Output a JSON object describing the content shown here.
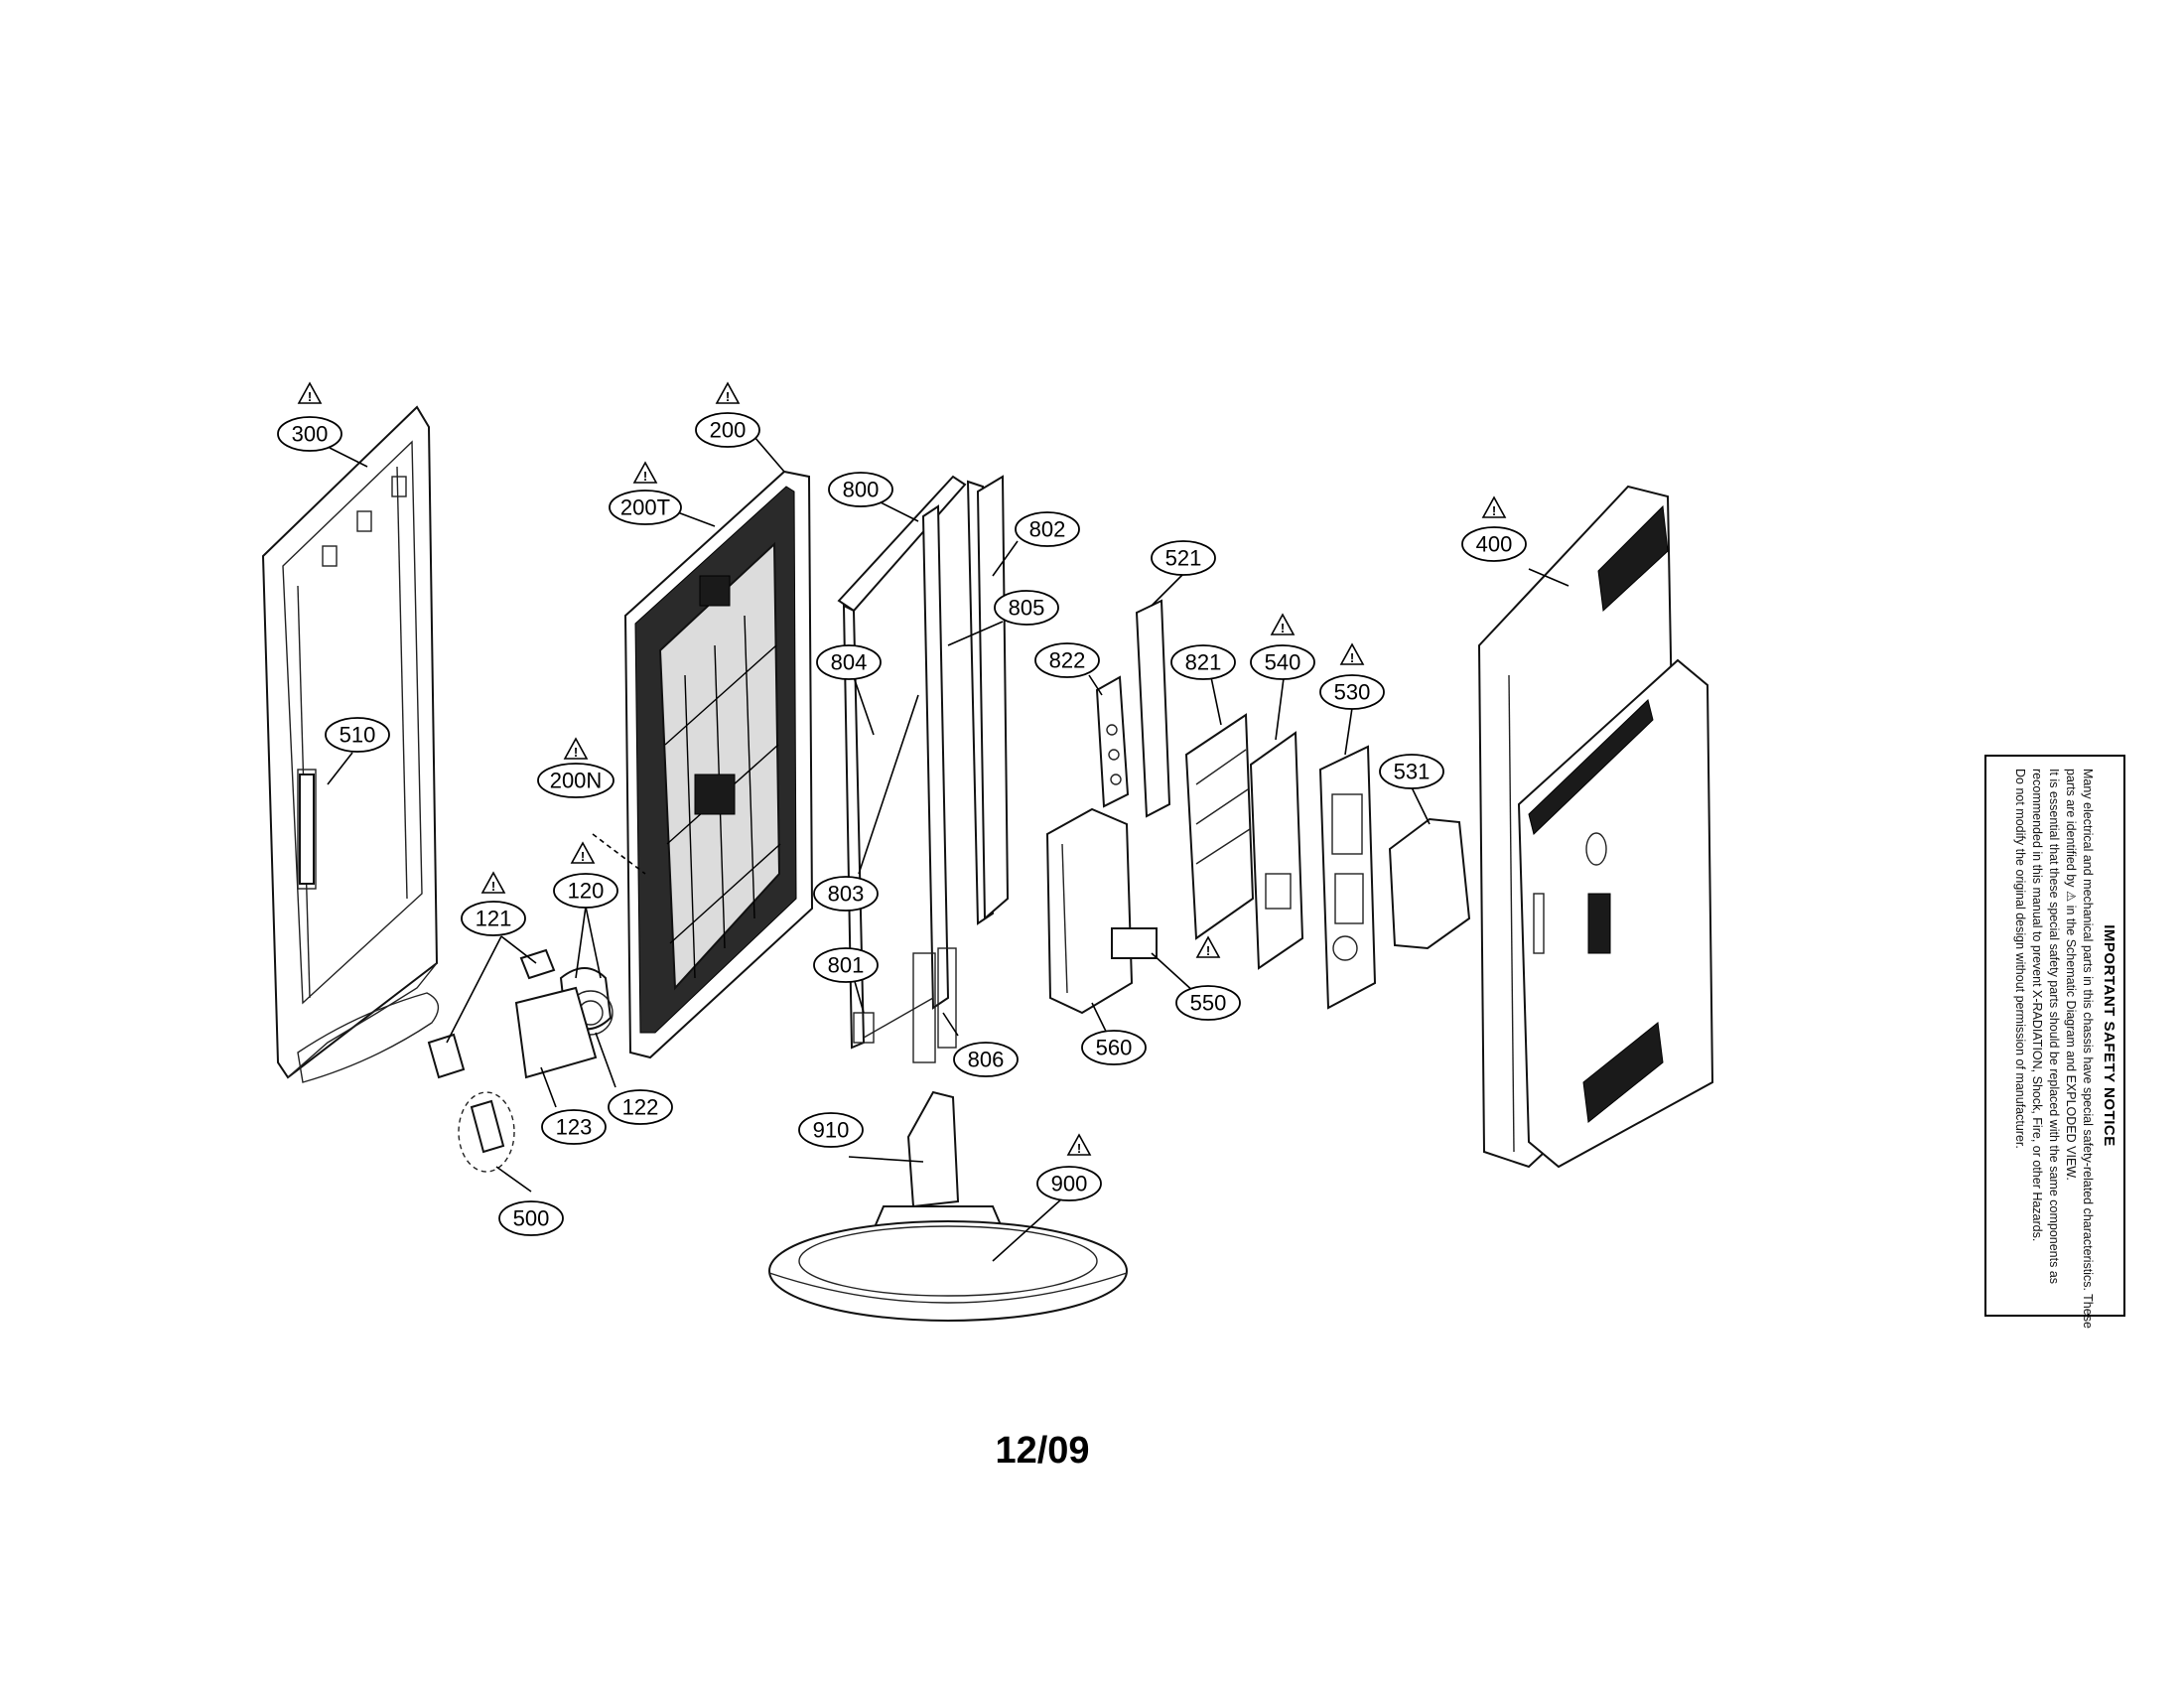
{
  "parts": [
    {
      "id": "300",
      "warning": true
    },
    {
      "id": "200",
      "warning": true
    },
    {
      "id": "200T",
      "warning": true
    },
    {
      "id": "800",
      "warning": false
    },
    {
      "id": "802",
      "warning": false
    },
    {
      "id": "805",
      "warning": false
    },
    {
      "id": "804",
      "warning": false
    },
    {
      "id": "803",
      "warning": false
    },
    {
      "id": "801",
      "warning": false
    },
    {
      "id": "806",
      "warning": false
    },
    {
      "id": "510",
      "warning": false
    },
    {
      "id": "200N",
      "warning": true
    },
    {
      "id": "120",
      "warning": true
    },
    {
      "id": "121",
      "warning": true
    },
    {
      "id": "122",
      "warning": false
    },
    {
      "id": "123",
      "warning": false
    },
    {
      "id": "500",
      "warning": false
    },
    {
      "id": "910",
      "warning": false
    },
    {
      "id": "900",
      "warning": true
    },
    {
      "id": "822",
      "warning": false
    },
    {
      "id": "521",
      "warning": false
    },
    {
      "id": "821",
      "warning": false
    },
    {
      "id": "560",
      "warning": false
    },
    {
      "id": "550",
      "warning": true
    },
    {
      "id": "540",
      "warning": true
    },
    {
      "id": "530",
      "warning": true
    },
    {
      "id": "531",
      "warning": false
    },
    {
      "id": "400",
      "warning": true
    }
  ],
  "page_date": "12/09",
  "notice": {
    "title": "IMPORTANT SAFETY NOTICE",
    "lines": [
      "Many electrical and mechanical parts in this chassis have special safety-related characteristics. These",
      "parts are identified by ⚠ in the Schematic Diagram and EXPLODED VIEW.",
      "It is essential that these special safety parts should be replaced with the same components as",
      "recommended in this manual to prevent X-RADIATION, Shock, Fire, or other Hazards.",
      "Do not modify the original design without permission of manufacturer."
    ]
  }
}
